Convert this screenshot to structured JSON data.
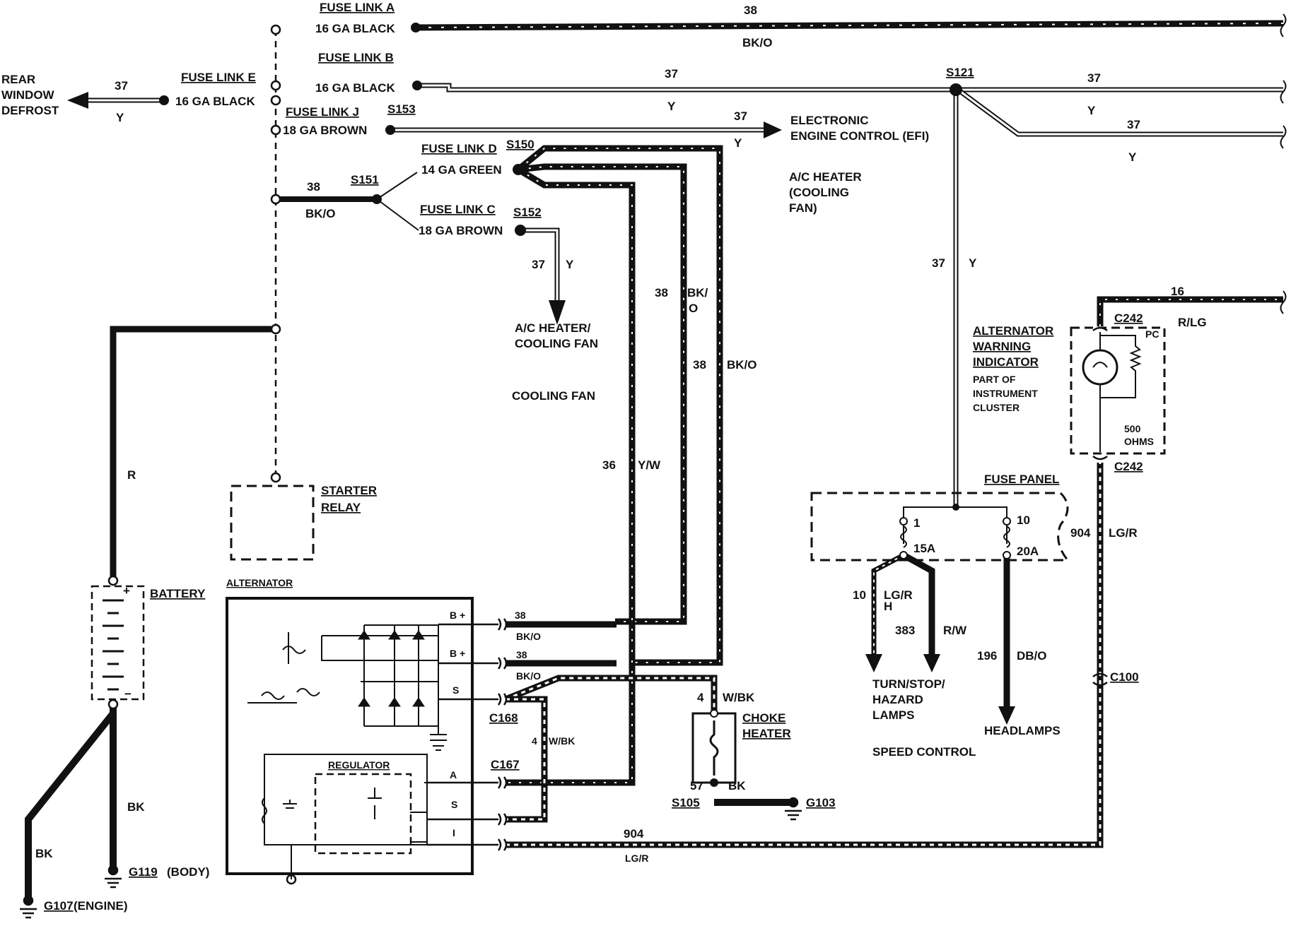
{
  "diagram": {
    "fuse_links": {
      "a": {
        "name": "FUSE LINK A",
        "gauge": "16 GA BLACK"
      },
      "b": {
        "name": "FUSE LINK B",
        "gauge": "16 GA BLACK"
      },
      "c": {
        "name": "FUSE LINK C",
        "gauge": "18 GA BROWN"
      },
      "d": {
        "name": "FUSE LINK D",
        "gauge": "14 GA GREEN"
      },
      "e": {
        "name": "FUSE LINK E",
        "gauge": "16 GA BLACK"
      },
      "j": {
        "name": "FUSE LINK J",
        "gauge": "18 GA BROWN"
      }
    },
    "splices": {
      "s121": "S121",
      "s153": "S153",
      "s150": "S150",
      "s151": "S151",
      "s152": "S152",
      "s105": "S105"
    },
    "connectors": {
      "c242_top": "C242",
      "c242_bot": "C242",
      "c168": "C168",
      "c167": "C167",
      "c100": "C100"
    },
    "grounds": {
      "g119": "G119",
      "g119_note": "(BODY)",
      "g107": "G107",
      "g107_note": "(ENGINE)",
      "g103": "G103"
    },
    "wires": {
      "w38_top": "38",
      "bko_top": "BK/O",
      "w37_b": "37",
      "y_b": "Y",
      "w37_right1": "37",
      "y_right1": "Y",
      "w37_right2": "37",
      "y_right2": "Y",
      "w37_rear": "37",
      "y_rear": "Y",
      "w37_efi": "37",
      "y_efi": "Y",
      "w38_s151": "38",
      "bko_s151": "BK/O",
      "w37_s152": "37",
      "y_s152": "Y",
      "w38_v1": "38",
      "bk_v1": "BK/",
      "o_v1": "O",
      "w38_v2": "38",
      "bko_v2": "BK/O",
      "w36": "36",
      "yw": "Y/W",
      "w37_s121": "37",
      "y_s121": "Y",
      "w16": "16",
      "rlg": "R/LG",
      "w904_v": "904",
      "lgr_v": "LG/R",
      "w904_h": "904",
      "lgr_h": "LG/R",
      "r_batt": "R",
      "bk_g119": "BK",
      "bk_g107": "BK",
      "w38_b1": "38",
      "bko_b1": "BK/O",
      "w38_b2": "38",
      "bko_b2": "BK/O",
      "w4_wbk": "4",
      "wbk": "W/BK",
      "w4_choke": "4",
      "wbk_choke": "W/BK",
      "w57": "57",
      "bk57": "BK",
      "w10": "10",
      "lgr_10": "LG/R",
      "h_10": "H",
      "w383": "383",
      "rw": "R/W",
      "w196": "196",
      "dbo": "DB/O"
    },
    "labels": {
      "rear_defrost": [
        "REAR",
        "WINDOW",
        "DEFROST"
      ],
      "efi": [
        "ELECTRONIC",
        "ENGINE CONTROL (EFI)"
      ],
      "ac_heater_fan": [
        "A/C HEATER",
        "(COOLING",
        "FAN)"
      ],
      "ac_heater_cooling": [
        "A/C HEATER/",
        "COOLING FAN"
      ],
      "cooling_fan": "COOLING FAN",
      "starter_relay": [
        "STARTER",
        "RELAY"
      ],
      "battery": "BATTERY",
      "alternator": "ALTERNATOR",
      "regulator": "REGULATOR",
      "alt_warning": [
        "ALTERNATOR",
        "WARNING",
        "INDICATOR"
      ],
      "alt_part": [
        "PART OF",
        "INSTRUMENT",
        "CLUSTER"
      ],
      "ohms": [
        "500",
        "OHMS"
      ],
      "pc": "PC",
      "fuse_panel": "FUSE PANEL",
      "fuse_1": "1",
      "fuse_1_amp": "15A",
      "fuse_10": "10",
      "fuse_10_amp": "20A",
      "turn_lamps": [
        "TURN/STOP/",
        "HAZARD",
        "LAMPS"
      ],
      "speed_control": "SPEED CONTROL",
      "headlamps": "HEADLAMPS",
      "choke_heater": [
        "CHOKE",
        "HEATER"
      ],
      "terminals": [
        "B +",
        "B +",
        "S",
        "A",
        "S",
        "I"
      ],
      "batt_plus": "+",
      "batt_minus": "−"
    }
  }
}
